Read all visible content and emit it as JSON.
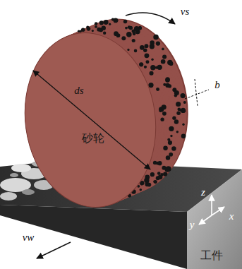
{
  "diagram": {
    "labels": [
      "vs",
      "b",
      "ds",
      "砂轮",
      "vw",
      "z",
      "y",
      "x",
      "工件"
    ]
  }
}
